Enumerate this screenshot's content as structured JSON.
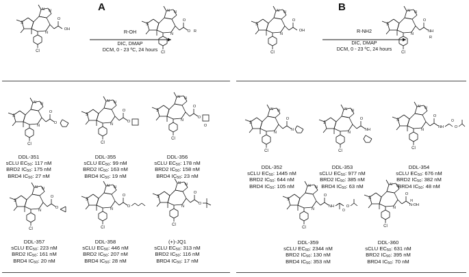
{
  "panels": {
    "A": {
      "label": "A",
      "reagent": "R-OH",
      "conditions_1": "DIC, DMAP",
      "conditions_2": "DCM, 0 - 23 ºC, 24 hours",
      "compounds": [
        {
          "name": "DDL-351",
          "sclu": "117 nM",
          "brd2": "175 nM",
          "brd4": "27 nM"
        },
        {
          "name": "DDL-355",
          "sclu": "99 nM",
          "brd2": "163 nM",
          "brd4": "19 nM"
        },
        {
          "name": "DDL-356",
          "sclu": "178 nM",
          "brd2": "158 nM",
          "brd4": "23 nM"
        },
        {
          "name": "DDL-357",
          "sclu": "223 nM",
          "brd2": "161 nM",
          "brd4": "20 nM"
        },
        {
          "name": "DDL-358",
          "sclu": "446 nM",
          "brd2": "207 nM",
          "brd4": "28 nM"
        },
        {
          "name": "(+)-JQ1",
          "sclu": "313 nM",
          "brd2": "116 nM",
          "brd4": "17 nM"
        }
      ]
    },
    "B": {
      "label": "B",
      "reagent": "R-NH2",
      "conditions_1": "DIC, DMAP",
      "conditions_2": "DCM, 0 - 23 ºC, 24 hours",
      "compounds": [
        {
          "name": "DDL-352",
          "sclu": "1445 nM",
          "brd2": "644 nM",
          "brd4": "105 nM"
        },
        {
          "name": "DDL-353",
          "sclu": "977 nM",
          "brd2": "385 nM",
          "brd4": "63 nM"
        },
        {
          "name": "DDL-354",
          "sclu": "676 nM",
          "brd2": "382 nM",
          "brd4": "48 nM"
        },
        {
          "name": "DDL-359",
          "sclu": "2344 nM",
          "brd2": "130 nM",
          "brd4": "353 nM"
        },
        {
          "name": "DDL-360",
          "sclu": "631 nM",
          "brd2": "395 nM",
          "brd4": "70 nM"
        }
      ]
    }
  },
  "labels": {
    "sclu": "sCLU EC",
    "brd2": "BRD2 IC",
    "brd4": "BRD4 IC",
    "sub": "50",
    "sep": ": ",
    "atom_s": "S",
    "atom_n": "N",
    "atom_o": "O",
    "atom_cl": "Cl",
    "atom_oh": "OH",
    "atom_h": "H",
    "atom_r": "R",
    "atom_nh": "NH",
    "atom_noh": "N-OH"
  }
}
